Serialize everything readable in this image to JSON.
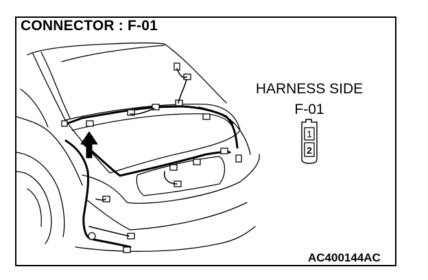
{
  "diagram": {
    "title": "CONNECTOR : F-01",
    "harness_side": {
      "line1": "HARNESS SIDE",
      "line2": "F-01",
      "pins": [
        "1",
        "2"
      ]
    },
    "figure_code": "AC400144AC"
  }
}
